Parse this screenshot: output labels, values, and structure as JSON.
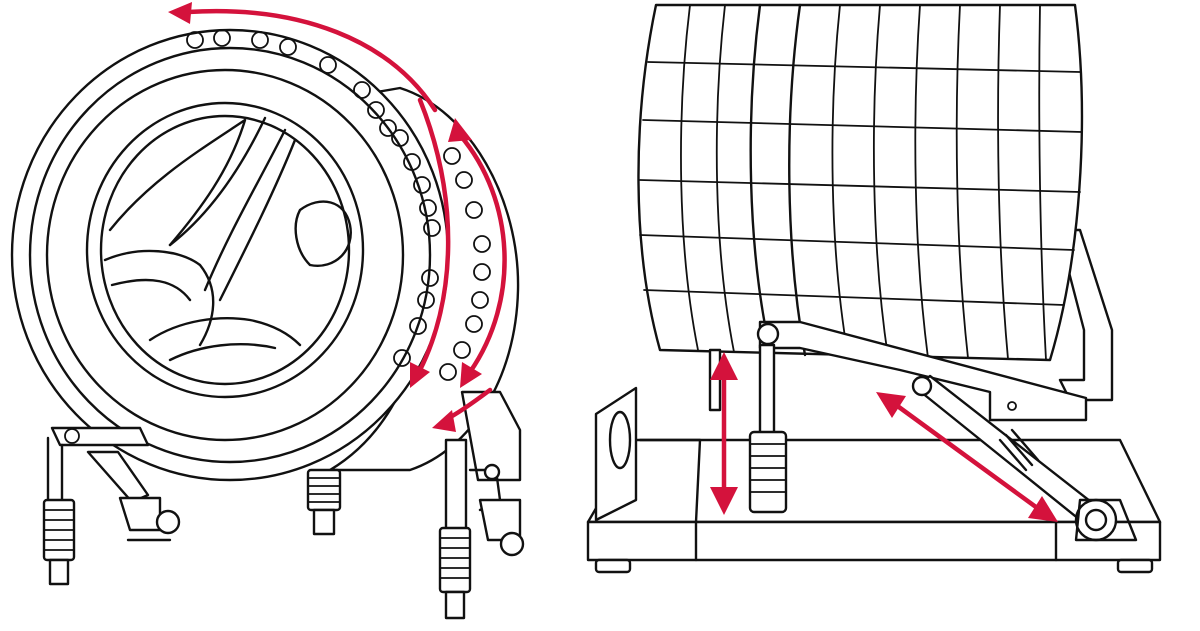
{
  "colors": {
    "ink": "#111111",
    "accent": "#d4123c",
    "background": "#ffffff"
  },
  "panels": [
    {
      "id": "left",
      "subject": "drum-ring-rotation"
    },
    {
      "id": "right",
      "subject": "drum-tilt-adjustment"
    }
  ],
  "arrows": [
    {
      "id": "ring-top-rotation",
      "kind": "single-headed"
    },
    {
      "id": "ring-side-rotation",
      "kind": "double-headed"
    },
    {
      "id": "ring-lower-rotation",
      "kind": "single-headed"
    },
    {
      "id": "vertical-height",
      "kind": "double-headed"
    },
    {
      "id": "diagonal-strut",
      "kind": "double-headed"
    }
  ]
}
